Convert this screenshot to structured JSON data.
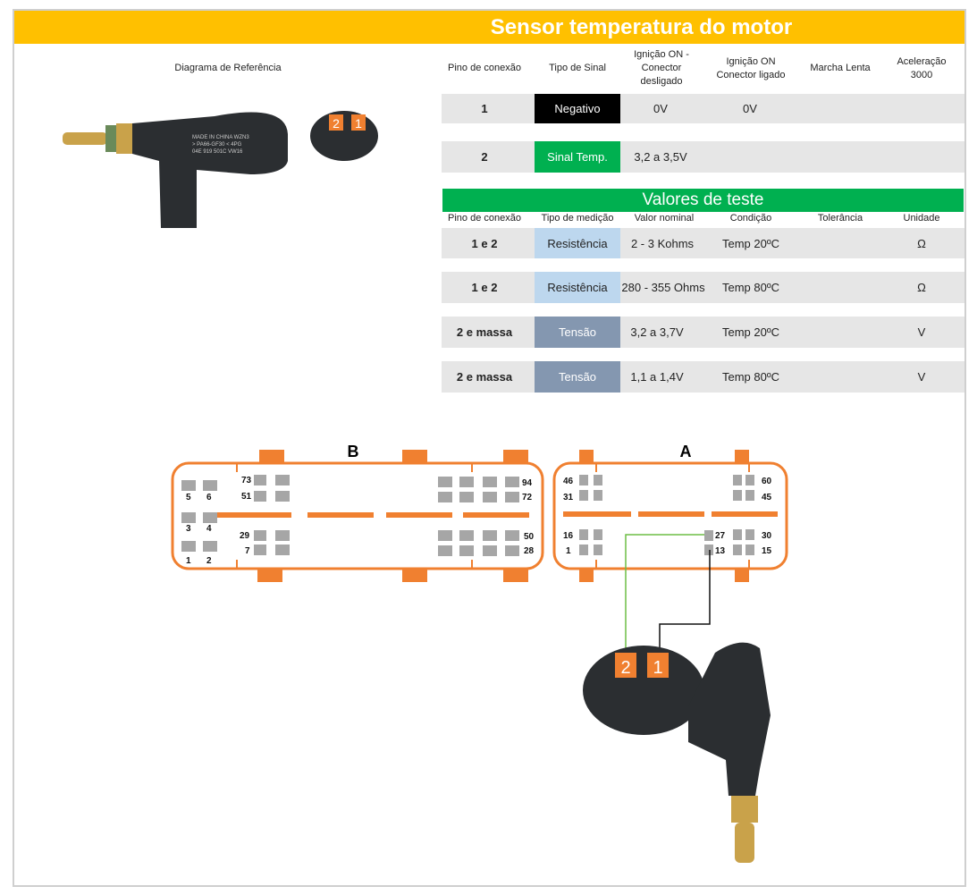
{
  "title": "Sensor temperatura do motor",
  "header": {
    "diagram": "Diagrama de Referência",
    "cols": [
      "Pino de conexão",
      "Tipo de Sinal",
      "Ignição ON - Conector desligado",
      "Ignição ON Conector ligado",
      "Marcha Lenta",
      "Aceleração 3000"
    ]
  },
  "signal_rows": [
    {
      "pin": "1",
      "type": "Negativo",
      "type_color": "#000000",
      "ign_off": "0V",
      "ign_on": "0V",
      "idle": "",
      "accel": ""
    },
    {
      "pin": "2",
      "type": "Sinal Temp.",
      "type_color": "#00B050",
      "ign_off": "3,2 a 3,5V",
      "ign_on": "",
      "idle": "",
      "accel": ""
    }
  ],
  "test": {
    "title": "Valores de teste",
    "cols": [
      "Pino de conexão",
      "Tipo de medição",
      "Valor nominal",
      "Condição",
      "Tolerância",
      "Unidade"
    ],
    "rows": [
      {
        "pin": "1 e 2",
        "type": "Resistência",
        "type_color": "#BDD7EE",
        "nominal": "2 - 3  Kohms",
        "cond": "Temp 20ºC",
        "tol": "",
        "unit": "Ω"
      },
      {
        "pin": "1 e 2",
        "type": "Resistência",
        "type_color": "#BDD7EE",
        "nominal": "280 - 355 Ohms",
        "cond": "Temp 80ºC",
        "tol": "",
        "unit": "Ω"
      },
      {
        "pin": "2 e massa",
        "type": "Tensão",
        "type_color": "#8497B0",
        "nominal": "3,2 a 3,7V",
        "cond": "Temp 20ºC",
        "tol": "",
        "unit": "V"
      },
      {
        "pin": "2 e massa",
        "type": "Tensão",
        "type_color": "#8497B0",
        "nominal": "1,1 a 1,4V",
        "cond": "Temp 80ºC",
        "tol": "",
        "unit": "V"
      }
    ]
  },
  "sensor_pins": [
    "2",
    "1"
  ],
  "ecu": {
    "connector_b": "B",
    "connector_a": "A",
    "b_labels": [
      "5",
      "6",
      "3",
      "4",
      "1",
      "2",
      "73",
      "51",
      "29",
      "7",
      "94",
      "72",
      "50",
      "28"
    ],
    "a_labels": [
      "46",
      "31",
      "16",
      "1",
      "60",
      "45",
      "30",
      "15",
      "27",
      "13"
    ]
  },
  "sensor_label_lines": [
    "MADE IN CHINA  WZN3",
    "> PA66-GF30 <   4PG",
    "04E  919  501C  VW16"
  ],
  "colors": {
    "title": "#FFC000",
    "orange": "#F08030",
    "wire_green": "#6DBE45"
  }
}
